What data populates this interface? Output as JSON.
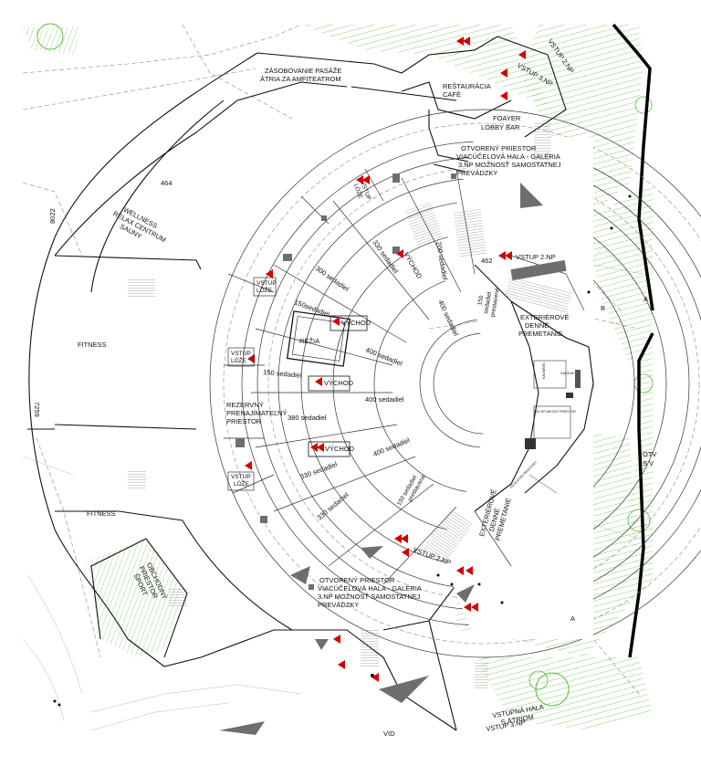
{
  "labels": {
    "zasobovanie": [
      "ZÁSOBOVANIE PASÁŽE",
      "ÁTRIA ZA AMFITEATROM"
    ],
    "restauracia": [
      "REŠTAURÁCIA",
      "CAFÉ"
    ],
    "foayer": [
      "FOAYER",
      "LOBBY BAR"
    ],
    "priestor_top": [
      "OTVORENÝ PRIESTOR",
      "VIACÚČELOVÁ HALA - GALÉRIA",
      "3.NP MOŽNOSŤ SAMOSTATNEJ",
      "PREVÁDZKY"
    ],
    "priestor_bottom": [
      "OTVORENÝ PRIESTOR",
      "VIACÚČELOVÁ HALA - GALÉRIA",
      "3.NP MOŽNOSŤ SAMOSTATNEJ",
      "PREVÁDZKY"
    ],
    "wellness": [
      "WELLNESS",
      "RELAX CENTRUM",
      "SAUNY"
    ],
    "fitness_top": "FITNESS",
    "fitness_bottom": "FITNESS",
    "obchodny": [
      "OBCHODNÝ",
      "PRIESTOR",
      "ŠPORT"
    ],
    "rezervny": [
      "REZERVNÝ",
      "PRENAJÍMATEĽNÝ",
      "PRIESTOR"
    ],
    "rezia": "RÉŽIA",
    "exterierove_top": [
      "EXTERIÉROVÉ",
      "DENNÉ",
      "PREMETANIE"
    ],
    "exterierove_bottom": [
      "EXTERIÉROVÉ",
      "DENNÉ",
      "PREMETANIE"
    ],
    "vstupna_hala": [
      "VSTUPNÁ HALA",
      "S ÁTRIOM"
    ],
    "n464": "464",
    "n462": "462",
    "n8022": "8022",
    "n7259": "7259",
    "n_a_top": "A",
    "n_a_bottom": "A",
    "n_b": "B",
    "cut_otv": "OTV",
    "cut_sv": "S V",
    "cut_vid": "VID",
    "seats_150_a": "150sedadiel",
    "seats_150_b": "150 sedadiel",
    "seats_150_pres_top": [
      "150",
      "sedadiel",
      "prestavené"
    ],
    "seats_150_pres_bottom": [
      "150 sedadiel",
      "prestavené"
    ],
    "seats_200": "200 sedadiel",
    "seats_300_a": "330 sedadiel",
    "seats_300_b": "300 sedadiel",
    "seats_330_a": "330 sedadiel",
    "seats_330_b": "330 sedadiel",
    "seats_380": "380 sedadiel",
    "seats_400_a": "400 sedadiel",
    "seats_400_b": "400 sedadiel",
    "seats_400_c": "400 sedadiel",
    "seats_400_d": "400 sedadiel",
    "vychod_1": "VÝCHOD",
    "vychod_2": "VÝCHOD",
    "vychod_3": "VÝCHOD",
    "vychod_4": "VÝCHOD",
    "vstup_loze_1": [
      "VSTUP",
      "LÓŽE"
    ],
    "vstup_loze_2": [
      "VSTUP",
      "LÓŽE"
    ],
    "vstup_loze_3": [
      "VSTUP",
      "LÓŽE"
    ],
    "vstup_loze_4": [
      "VSTUP",
      "LÓŽE"
    ],
    "vstup_2np_top": "VSTUP 2.NP",
    "vstup_2np_mid": "VSTUP 2.NP",
    "vstup_2np_bottom": "VSTUP 2.NP",
    "vstup_3np": "VSTUP 3.NP",
    "vstup_3np_bottom": "VSTUP 3.NP",
    "small_salonik": "SALÓNIK",
    "small_kaviaren": "KAVIAREŇ",
    "small_multi": "MULTIFUNKČNÝ PRIESTOR",
    "small_edu": "EDUKAČNÉ PRIESTORY"
  },
  "colors": {
    "arrow": "#d40000",
    "green": "#59b83a",
    "dark": "#6e6e6e",
    "line": "#333333"
  }
}
